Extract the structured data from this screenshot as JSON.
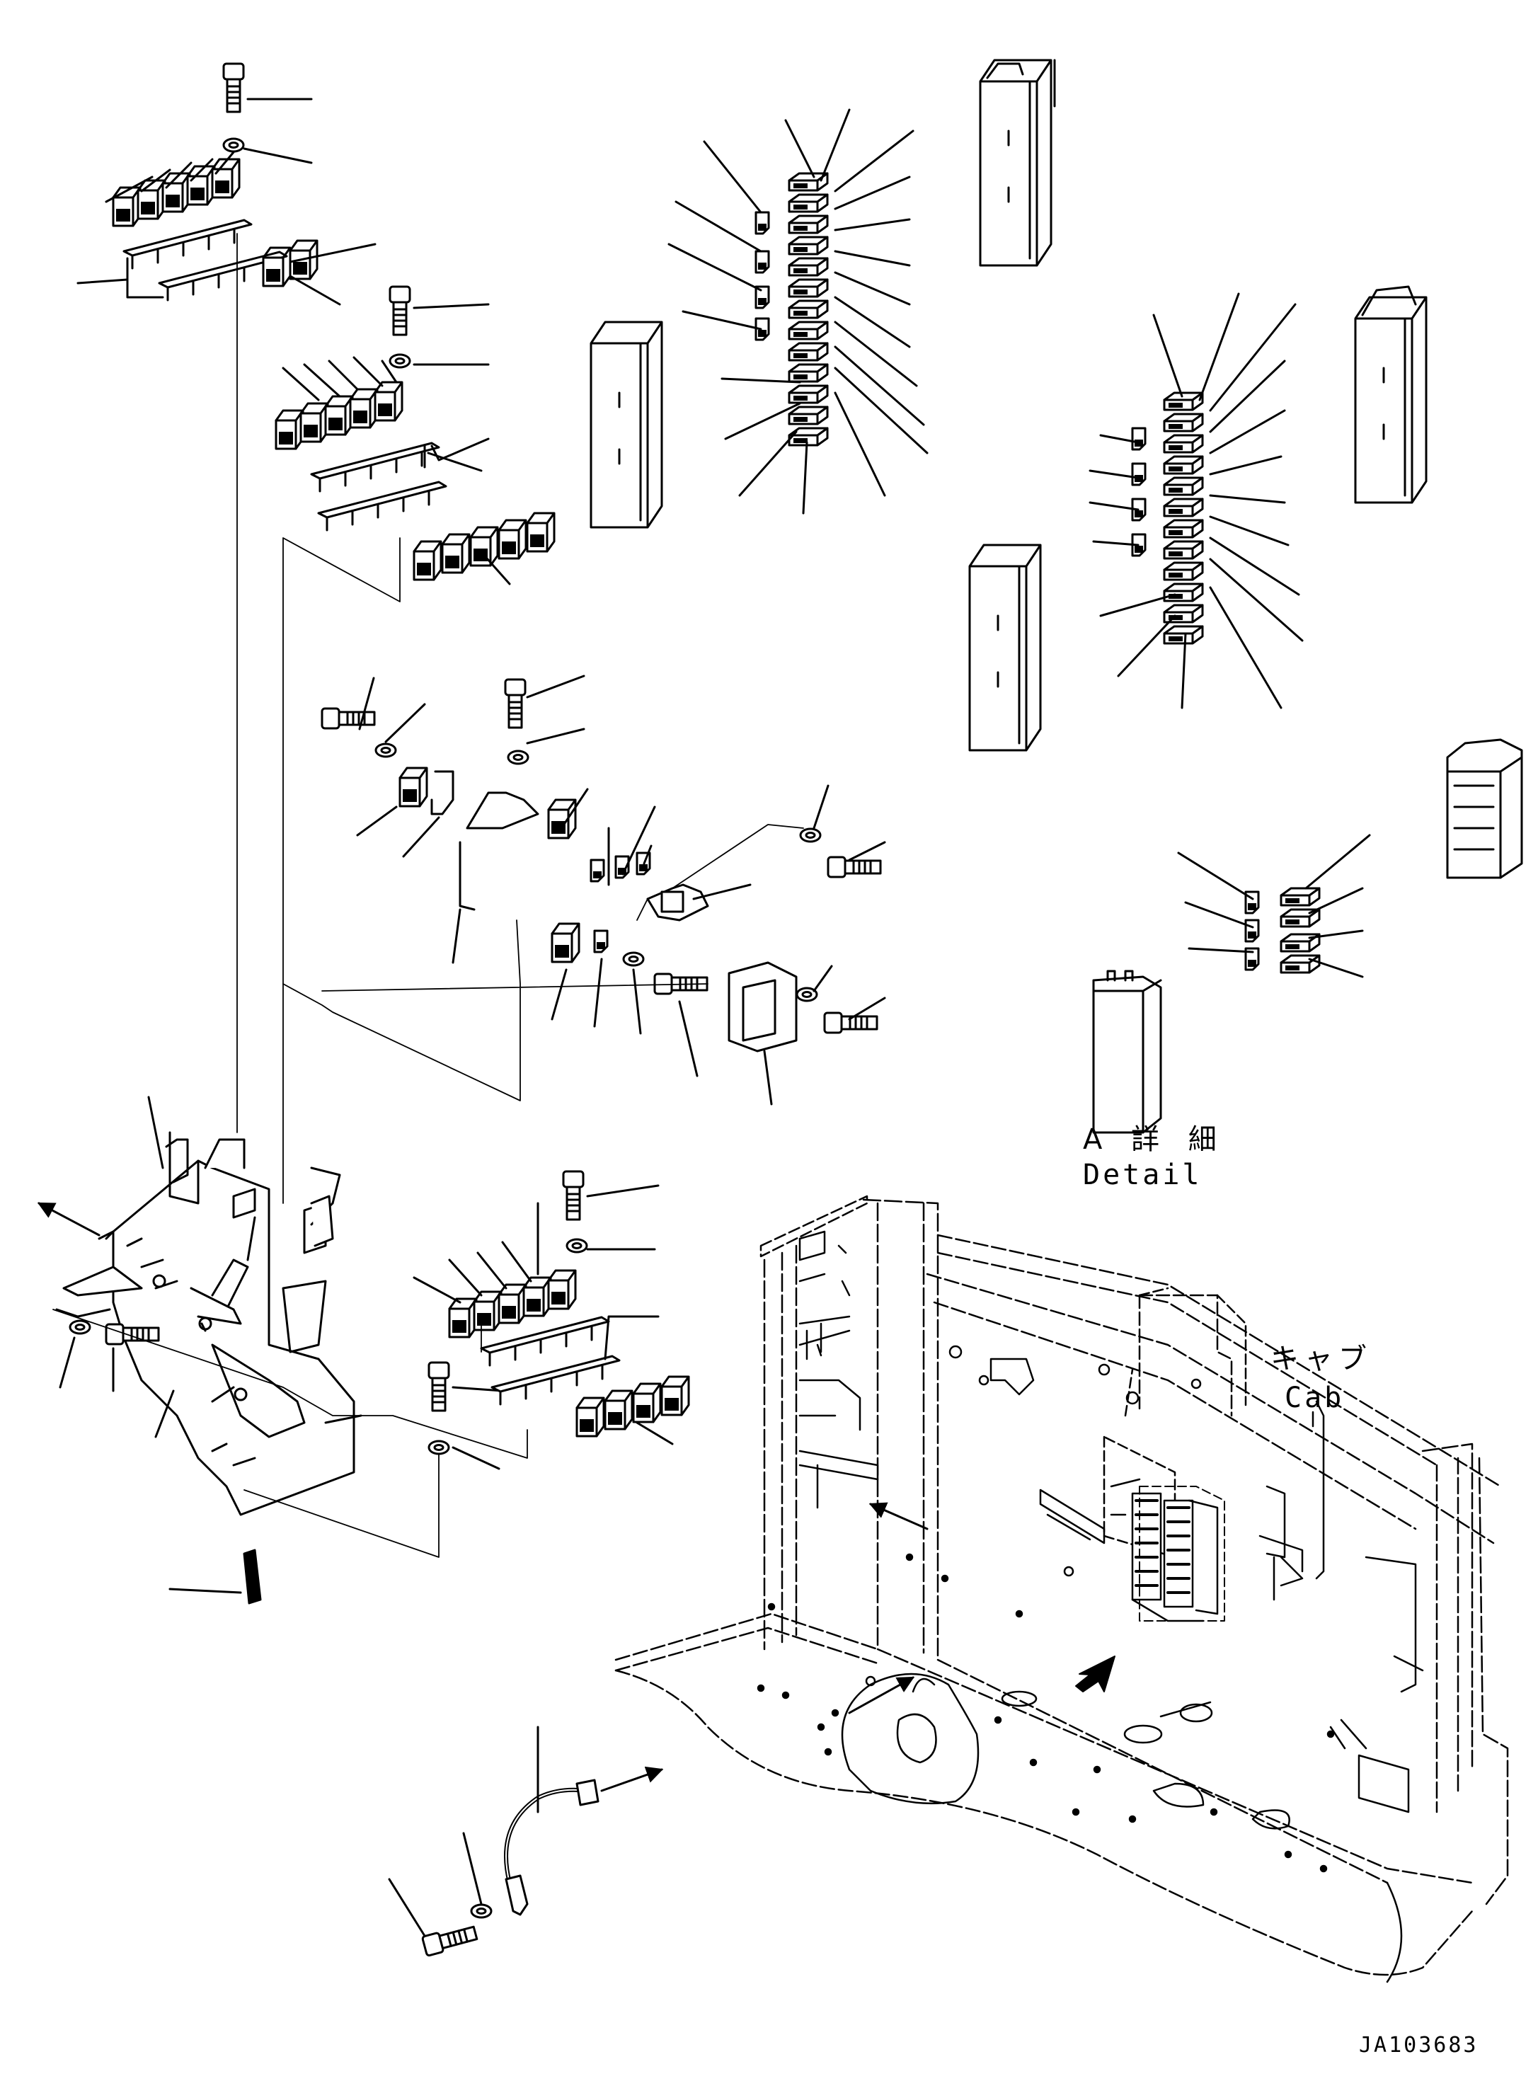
{
  "labels": {
    "detail_jp": "A 詳 細",
    "detail_en": "Detail",
    "cab_jp": "キャブ",
    "cab_en": "Cab",
    "drawing_code": "JA103683"
  },
  "colors": {
    "ink": "#000000",
    "paper": "#ffffff"
  }
}
